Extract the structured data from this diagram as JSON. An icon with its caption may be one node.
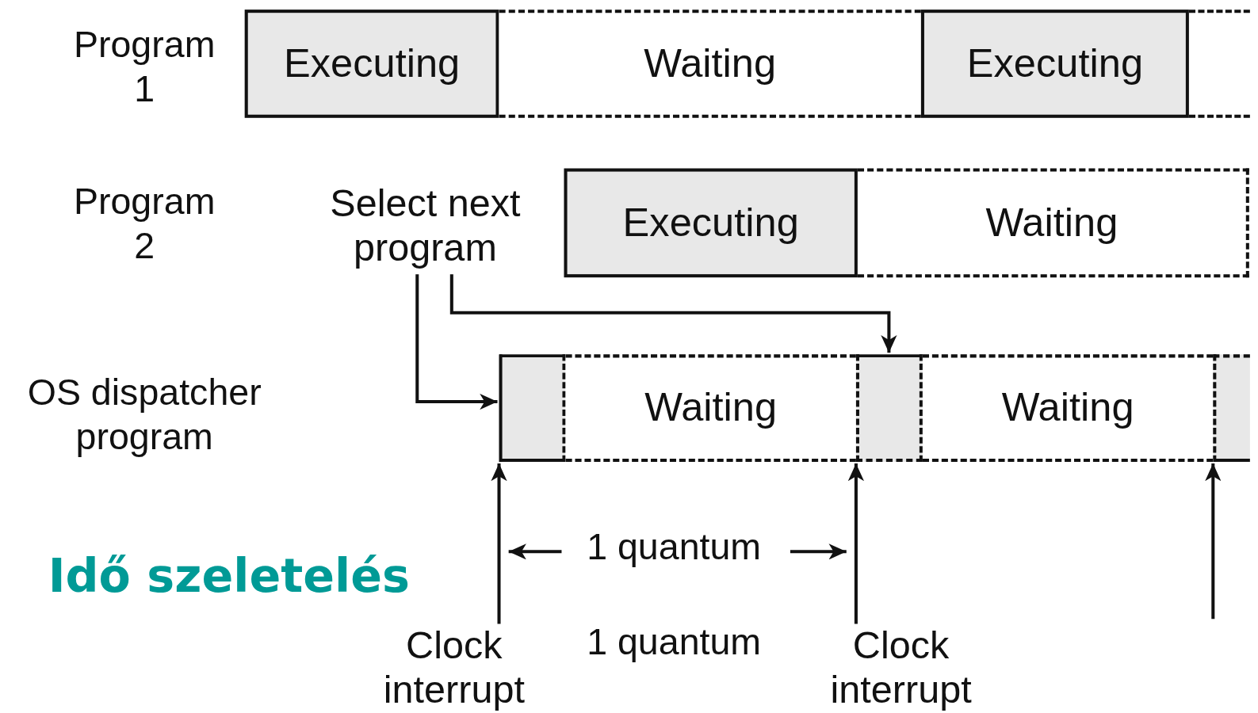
{
  "diagram": {
    "title": "Idő szeletelés",
    "nodes": [
      {
        "text": [
          "Executing"
        ]
      },
      {
        "text": [
          "Waiting"
        ]
      },
      {
        "text": [
          "Executing"
        ]
      },
      {
        "text": [],
        "shape": "box"
      },
      {
        "text": [
          "Executing"
        ]
      },
      {
        "text": [
          "Waiting"
        ]
      },
      {
        "text": [],
        "shape": "box"
      },
      {
        "text": [
          "Waiting"
        ]
      },
      {
        "text": [],
        "shape": "box"
      },
      {
        "text": [
          "Waiting"
        ]
      },
      {
        "text": [],
        "shape": "box"
      },
      {
        "text": [
          "Select next program"
        ]
      },
      {
        "text": [
          "Clock interrupt"
        ]
      },
      {
        "text": [
          "Clock interrupt"
        ]
      }
    ],
    "edges": [
      {
        "from": 11,
        "to": 6,
        "arrow": "to"
      },
      {
        "from": 11,
        "to": 8,
        "arrow": "to"
      },
      {
        "from": 12,
        "to": 6,
        "arrow": "to"
      },
      {
        "from": 13,
        "to": 8,
        "arrow": "to"
      },
      {
        "from": null,
        "to": 10,
        "arrow": "to"
      }
    ],
    "labels": [
      "Program 1",
      "Program 2",
      "OS dispatcher program",
      "1 quantum",
      "1 quantum"
    ]
  }
}
